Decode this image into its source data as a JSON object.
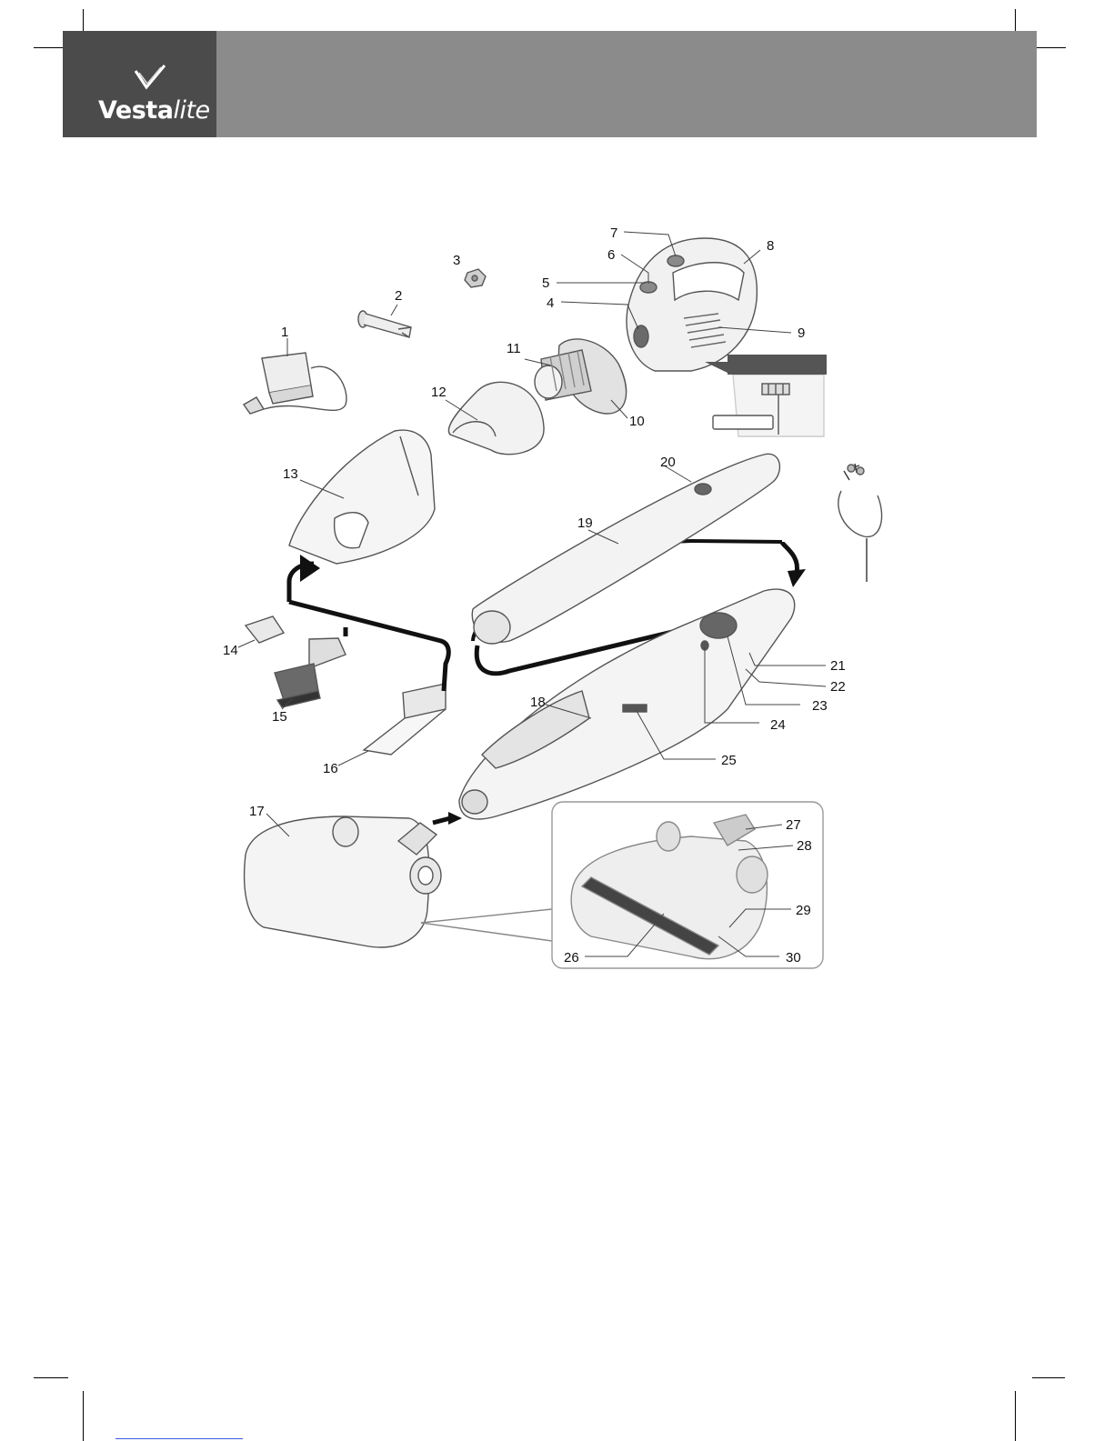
{
  "header": {
    "brand_main": "Vesta",
    "brand_suffix": "lite"
  },
  "figure": {
    "callouts": [
      "1",
      "2",
      "3",
      "4",
      "5",
      "6",
      "7",
      "8",
      "9",
      "10",
      "11",
      "12",
      "13",
      "14",
      "15",
      "16",
      "17",
      "18",
      "19",
      "20",
      "21",
      "22",
      "23",
      "24",
      "25",
      "26",
      "27",
      "28",
      "29",
      "30"
    ]
  }
}
